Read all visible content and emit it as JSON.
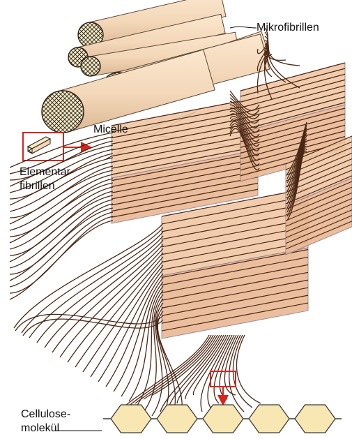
{
  "labels": {
    "mikrofibrillen": "Mikrofibrillen",
    "micelle": "Micelle",
    "elementarfibrillen_line1": "Elementar-",
    "elementarfibrillen_line2": "fibrillen",
    "cellulose_line1": "Cellulose-",
    "cellulose_line2": "molekül"
  },
  "colors": {
    "fibril_fill": "#f3d7b8",
    "fibril_edge": "#5a4632",
    "crosshatch": "#2a2218",
    "crosshatch_fill": "#f6ecc8",
    "micelle_fill": "#f0c8a6",
    "micelle_edge": "#9a7e8c",
    "fiber_strand": "#4a2614",
    "highlight_red": "#d8231e",
    "hexagon_fill": "#f8e7b2",
    "hexagon_edge": "#3a3a3a"
  },
  "icons": [
    "mikrofibril-bundle",
    "micelle-block",
    "cellulose-hexagon-chain",
    "zoom-arrow-icon"
  ],
  "hexagon_count": 5
}
